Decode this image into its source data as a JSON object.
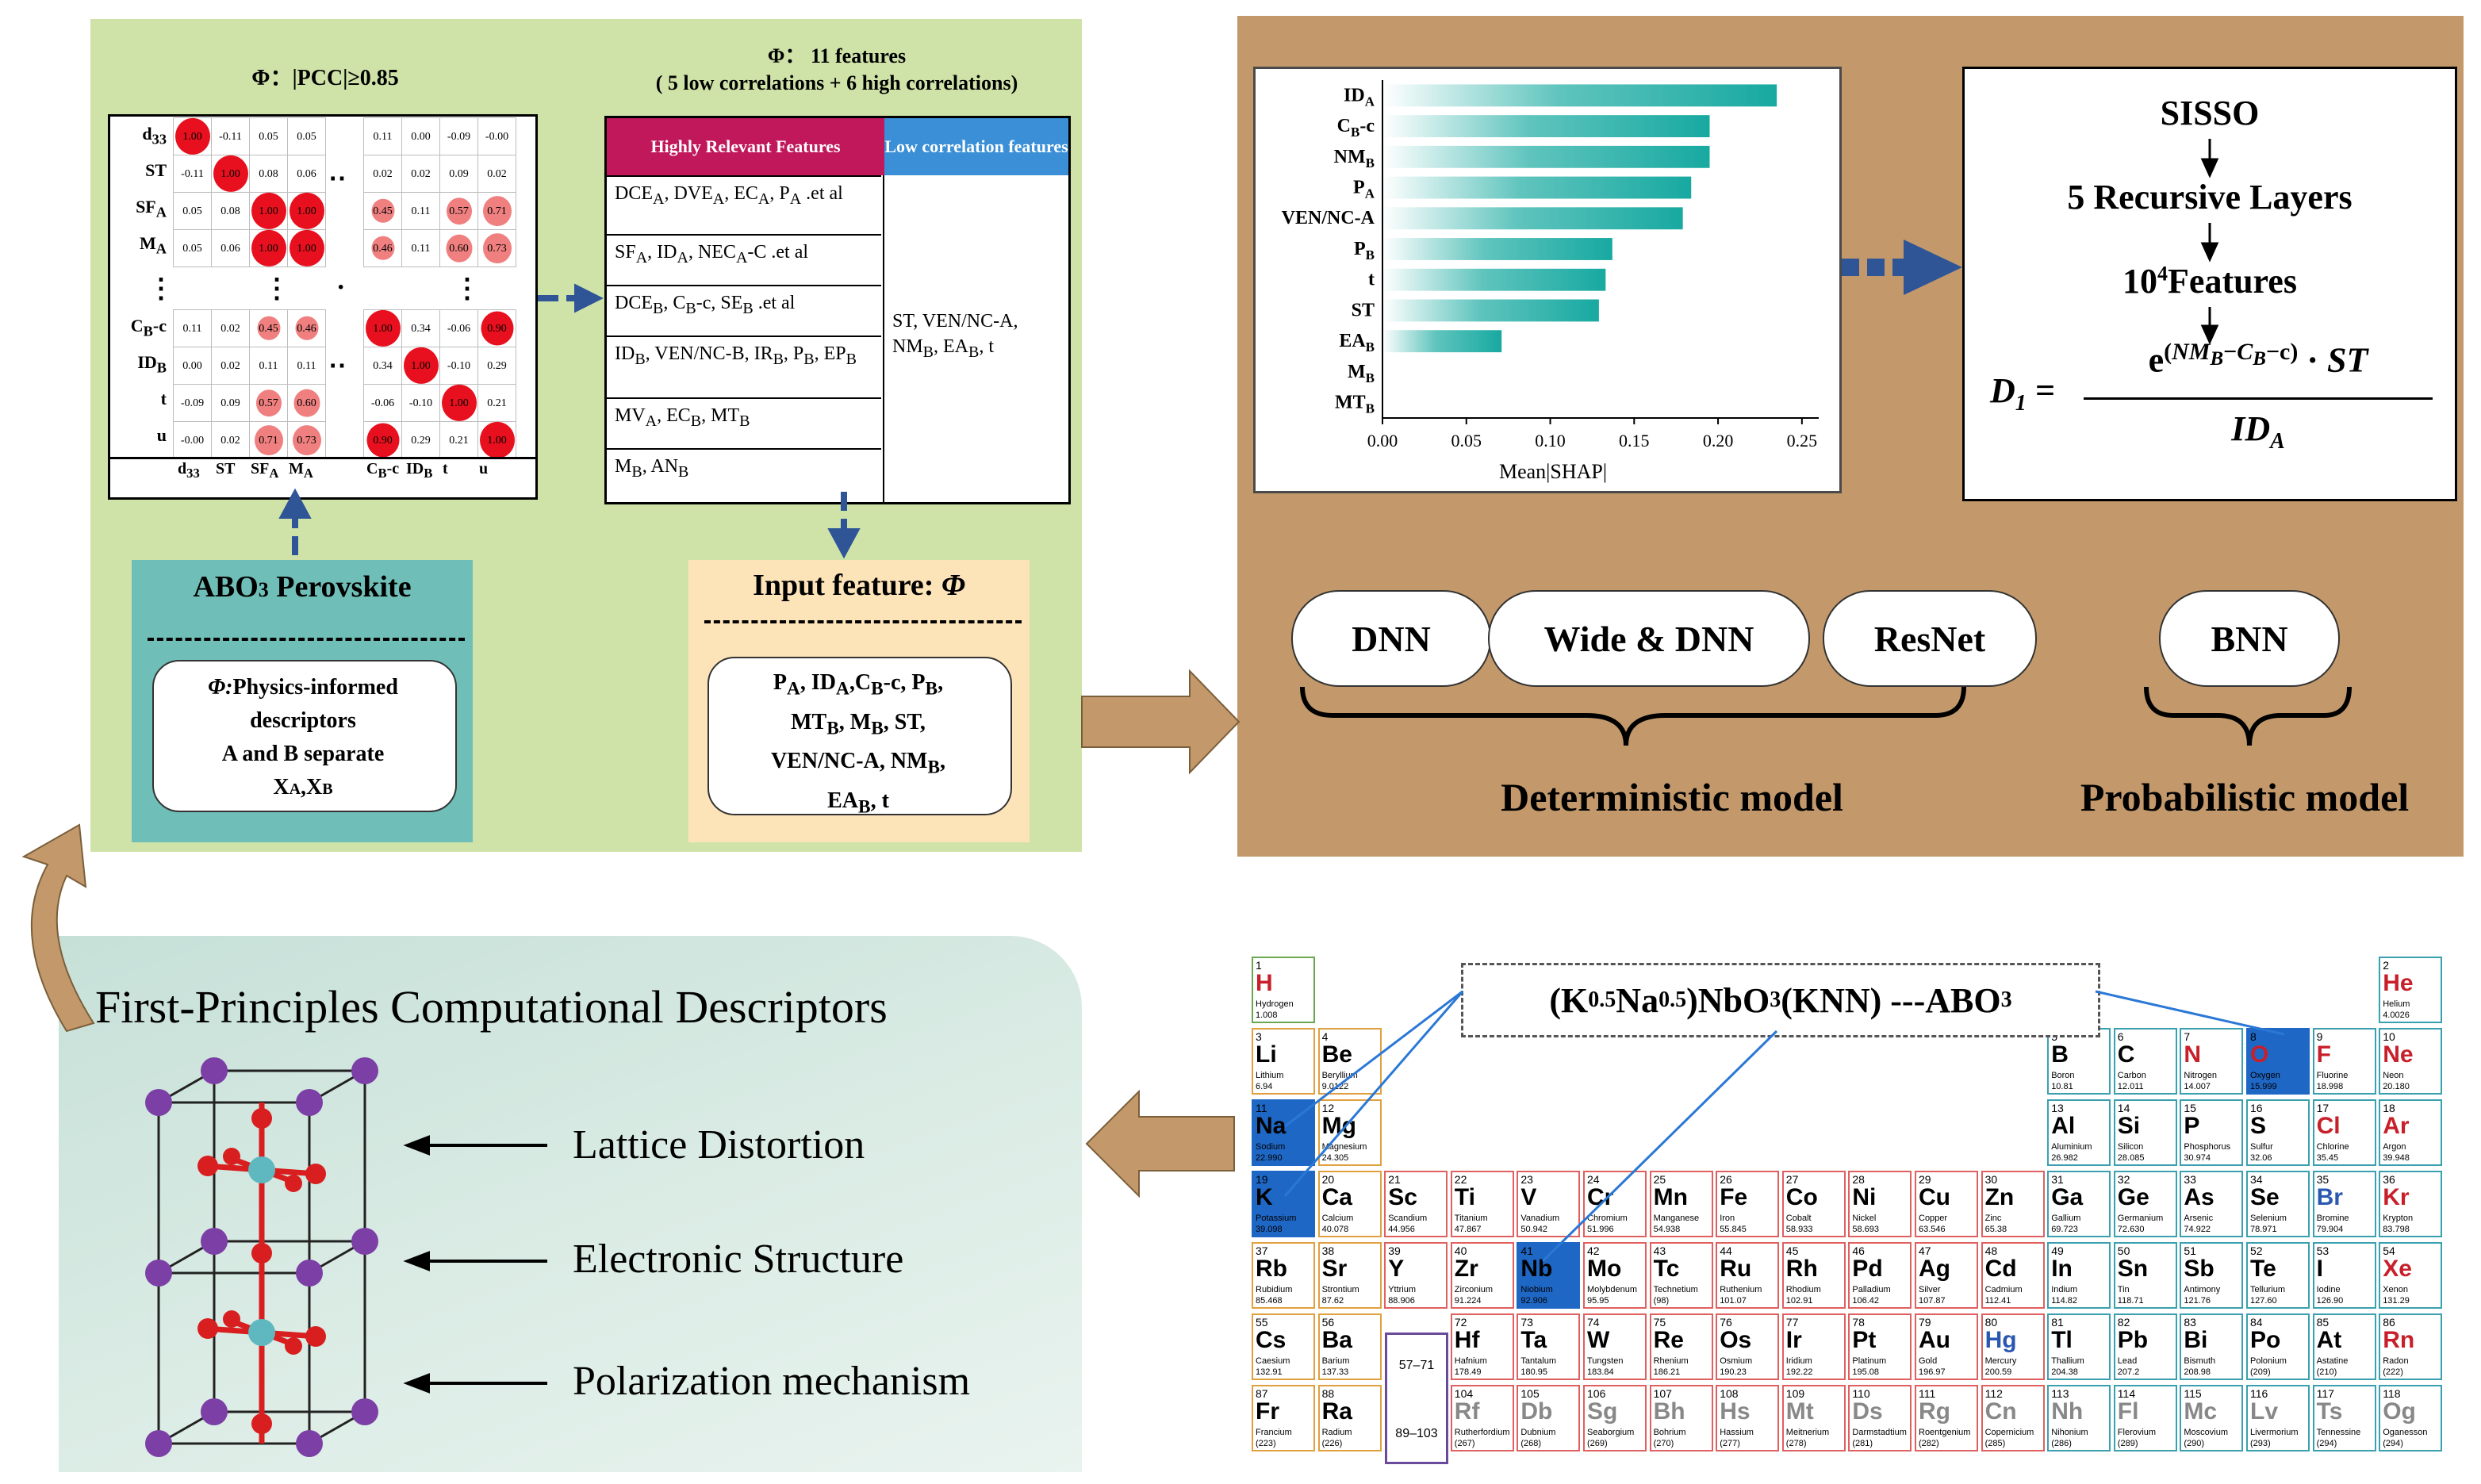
{
  "left_panel": {
    "pcc_title": "Φ：|PCC|≥0.85",
    "corr_rows": [
      "d33",
      "ST",
      "SFA",
      "MA",
      "CB-c",
      "IDB",
      "t",
      "u"
    ],
    "corr_cols": [
      "d33",
      "ST",
      "SFA",
      "MA",
      "CB-c",
      "IDB",
      "t",
      "u"
    ],
    "corr_top_left": [
      [
        "1.00",
        "-0.11",
        "0.05",
        "0.05"
      ],
      [
        "-0.11",
        "1.00",
        "0.08",
        "0.06"
      ],
      [
        "0.05",
        "0.08",
        "1.00",
        "1.00"
      ],
      [
        "0.05",
        "0.06",
        "1.00",
        "1.00"
      ]
    ],
    "corr_top_right": [
      [
        "0.11",
        "0.00",
        "-0.09",
        "-0.00"
      ],
      [
        "0.02",
        "0.02",
        "0.09",
        "0.02"
      ],
      [
        "0.45",
        "0.11",
        "0.57",
        "0.71"
      ],
      [
        "0.46",
        "0.11",
        "0.60",
        "0.73"
      ]
    ],
    "corr_bottom_left": [
      [
        "0.11",
        "0.02",
        "0.45",
        "0.46"
      ],
      [
        "0.00",
        "0.02",
        "0.11",
        "0.11"
      ],
      [
        "-0.09",
        "0.09",
        "0.57",
        "0.60"
      ],
      [
        "-0.00",
        "0.02",
        "0.71",
        "0.73"
      ]
    ],
    "corr_bottom_right": [
      [
        "1.00",
        "0.34",
        "-0.06",
        "0.90"
      ],
      [
        "0.34",
        "1.00",
        "-0.10",
        "0.29"
      ],
      [
        "-0.06",
        "-0.10",
        "1.00",
        "0.21"
      ],
      [
        "0.90",
        "0.29",
        "0.21",
        "1.00"
      ]
    ],
    "features_title": "Φ：  11 features",
    "features_subtitle": "( 5 low correlations + 6 high correlations)",
    "high_header": "Highly Relevant Features",
    "low_header": "Low correlation features",
    "high_rows": [
      "DCEA, DVEA, ECA, PA .et al",
      "SFA, IDA, NECA-C .et al",
      "DCEB, CB-c, SEB .et al",
      "IDB, VEN/NC-B, IRB, PB, EPB",
      "MVA, ECB, MTB",
      "MB, ANB"
    ],
    "low_text": "ST, VEN/NC-A, NMB, EAB, t",
    "abo3_title": "ABO3 Perovskite",
    "abo3_lines": [
      "Φ:Physics-informed",
      "descriptors",
      "A and B separate",
      "XA,XB"
    ],
    "input_title": "Input feature: Φ",
    "input_lines": [
      "PA, IDA,CB-c, PB,",
      "MTB, MB, ST,",
      "VEN/NC-A, NMB,",
      "EAB, t"
    ]
  },
  "shap": {
    "xlabel": "Mean|SHAP|",
    "xticks": [
      "0.00",
      "0.05",
      "0.10",
      "0.15",
      "0.20",
      "0.25"
    ]
  },
  "chart_data": {
    "type": "bar",
    "orientation": "horizontal",
    "categories": [
      "IDA",
      "CB-c",
      "NMB",
      "PA",
      "VEN/NC-A",
      "PB",
      "t",
      "ST",
      "EAB",
      "MB",
      "MTB"
    ],
    "values": [
      0.235,
      0.195,
      0.195,
      0.184,
      0.179,
      0.137,
      0.133,
      0.129,
      0.071,
      0.0,
      0.0
    ],
    "xlabel": "Mean|SHAP|",
    "xlim": [
      0,
      0.26
    ],
    "grid": false
  },
  "sisso": {
    "line1": "SISSO",
    "line2": "5 Recursive Layers",
    "line3": "10⁴Features",
    "formula_lhs": "D₁ =",
    "formula_num": "e(NMB−CB−c) · ST",
    "formula_den": "IDA"
  },
  "models": {
    "dnn": "DNN",
    "wide_dnn": "Wide & DNN",
    "resnet": "ResNet",
    "bnn": "BNN",
    "deterministic": "Deterministic model",
    "probabilistic": "Probabilistic model"
  },
  "first_principles": {
    "title": "First-Principles Computational Descriptors",
    "items": [
      "Lattice Distortion",
      "Electronic Structure",
      "Polarization mechanism"
    ]
  },
  "knn_label": "(K0.5Na0.5)NbO3(KNN) ---ABO3",
  "periodic": {
    "lanthanides": "57–71",
    "actinides": "89–103",
    "elements": [
      {
        "n": "1",
        "s": "H",
        "nm": "Hydrogen",
        "m": "1.008",
        "r": 0,
        "c": 0,
        "col": "#c8202a"
      },
      {
        "n": "2",
        "s": "He",
        "nm": "Helium",
        "m": "4.0026",
        "r": 0,
        "c": 17,
        "col": "#c8202a"
      },
      {
        "n": "3",
        "s": "Li",
        "nm": "Lithium",
        "m": "6.94",
        "r": 1,
        "c": 0,
        "col": "#000"
      },
      {
        "n": "4",
        "s": "Be",
        "nm": "Beryllium",
        "m": "9.0122",
        "r": 1,
        "c": 1,
        "col": "#000"
      },
      {
        "n": "5",
        "s": "B",
        "nm": "Boron",
        "m": "10.81",
        "r": 1,
        "c": 12,
        "col": "#000"
      },
      {
        "n": "6",
        "s": "C",
        "nm": "Carbon",
        "m": "12.011",
        "r": 1,
        "c": 13,
        "col": "#000"
      },
      {
        "n": "7",
        "s": "N",
        "nm": "Nitrogen",
        "m": "14.007",
        "r": 1,
        "c": 14,
        "col": "#c8202a"
      },
      {
        "n": "8",
        "s": "O",
        "nm": "Oxygen",
        "m": "15.999",
        "r": 1,
        "c": 15,
        "col": "#c8202a",
        "sel": true
      },
      {
        "n": "9",
        "s": "F",
        "nm": "Fluorine",
        "m": "18.998",
        "r": 1,
        "c": 16,
        "col": "#c8202a"
      },
      {
        "n": "10",
        "s": "Ne",
        "nm": "Neon",
        "m": "20.180",
        "r": 1,
        "c": 17,
        "col": "#c8202a"
      },
      {
        "n": "11",
        "s": "Na",
        "nm": "Sodium",
        "m": "22.990",
        "r": 2,
        "c": 0,
        "col": "#000",
        "sel": true
      },
      {
        "n": "12",
        "s": "Mg",
        "nm": "Magnesium",
        "m": "24.305",
        "r": 2,
        "c": 1,
        "col": "#000"
      },
      {
        "n": "13",
        "s": "Al",
        "nm": "Aluminium",
        "m": "26.982",
        "r": 2,
        "c": 12,
        "col": "#000"
      },
      {
        "n": "14",
        "s": "Si",
        "nm": "Silicon",
        "m": "28.085",
        "r": 2,
        "c": 13,
        "col": "#000"
      },
      {
        "n": "15",
        "s": "P",
        "nm": "Phosphorus",
        "m": "30.974",
        "r": 2,
        "c": 14,
        "col": "#000"
      },
      {
        "n": "16",
        "s": "S",
        "nm": "Sulfur",
        "m": "32.06",
        "r": 2,
        "c": 15,
        "col": "#000"
      },
      {
        "n": "17",
        "s": "Cl",
        "nm": "Chlorine",
        "m": "35.45",
        "r": 2,
        "c": 16,
        "col": "#c8202a"
      },
      {
        "n": "18",
        "s": "Ar",
        "nm": "Argon",
        "m": "39.948",
        "r": 2,
        "c": 17,
        "col": "#c8202a"
      },
      {
        "n": "19",
        "s": "K",
        "nm": "Potassium",
        "m": "39.098",
        "r": 3,
        "c": 0,
        "col": "#000",
        "sel": true
      },
      {
        "n": "20",
        "s": "Ca",
        "nm": "Calcium",
        "m": "40.078",
        "r": 3,
        "c": 1,
        "col": "#000"
      },
      {
        "n": "21",
        "s": "Sc",
        "nm": "Scandium",
        "m": "44.956",
        "r": 3,
        "c": 2,
        "col": "#000"
      },
      {
        "n": "22",
        "s": "Ti",
        "nm": "Titanium",
        "m": "47.867",
        "r": 3,
        "c": 3,
        "col": "#000"
      },
      {
        "n": "23",
        "s": "V",
        "nm": "Vanadium",
        "m": "50.942",
        "r": 3,
        "c": 4,
        "col": "#000"
      },
      {
        "n": "24",
        "s": "Cr",
        "nm": "Chromium",
        "m": "51.996",
        "r": 3,
        "c": 5,
        "col": "#000"
      },
      {
        "n": "25",
        "s": "Mn",
        "nm": "Manganese",
        "m": "54.938",
        "r": 3,
        "c": 6,
        "col": "#000"
      },
      {
        "n": "26",
        "s": "Fe",
        "nm": "Iron",
        "m": "55.845",
        "r": 3,
        "c": 7,
        "col": "#000"
      },
      {
        "n": "27",
        "s": "Co",
        "nm": "Cobalt",
        "m": "58.933",
        "r": 3,
        "c": 8,
        "col": "#000"
      },
      {
        "n": "28",
        "s": "Ni",
        "nm": "Nickel",
        "m": "58.693",
        "r": 3,
        "c": 9,
        "col": "#000"
      },
      {
        "n": "29",
        "s": "Cu",
        "nm": "Copper",
        "m": "63.546",
        "r": 3,
        "c": 10,
        "col": "#000"
      },
      {
        "n": "30",
        "s": "Zn",
        "nm": "Zinc",
        "m": "65.38",
        "r": 3,
        "c": 11,
        "col": "#000"
      },
      {
        "n": "31",
        "s": "Ga",
        "nm": "Gallium",
        "m": "69.723",
        "r": 3,
        "c": 12,
        "col": "#000"
      },
      {
        "n": "32",
        "s": "Ge",
        "nm": "Germanium",
        "m": "72.630",
        "r": 3,
        "c": 13,
        "col": "#000"
      },
      {
        "n": "33",
        "s": "As",
        "nm": "Arsenic",
        "m": "74.922",
        "r": 3,
        "c": 14,
        "col": "#000"
      },
      {
        "n": "34",
        "s": "Se",
        "nm": "Selenium",
        "m": "78.971",
        "r": 3,
        "c": 15,
        "col": "#000"
      },
      {
        "n": "35",
        "s": "Br",
        "nm": "Bromine",
        "m": "79.904",
        "r": 3,
        "c": 16,
        "col": "#2a58b0"
      },
      {
        "n": "36",
        "s": "Kr",
        "nm": "Krypton",
        "m": "83.798",
        "r": 3,
        "c": 17,
        "col": "#c8202a"
      },
      {
        "n": "37",
        "s": "Rb",
        "nm": "Rubidium",
        "m": "85.468",
        "r": 4,
        "c": 0,
        "col": "#000"
      },
      {
        "n": "38",
        "s": "Sr",
        "nm": "Strontium",
        "m": "87.62",
        "r": 4,
        "c": 1,
        "col": "#000"
      },
      {
        "n": "39",
        "s": "Y",
        "nm": "Yttrium",
        "m": "88.906",
        "r": 4,
        "c": 2,
        "col": "#000"
      },
      {
        "n": "40",
        "s": "Zr",
        "nm": "Zirconium",
        "m": "91.224",
        "r": 4,
        "c": 3,
        "col": "#000"
      },
      {
        "n": "41",
        "s": "Nb",
        "nm": "Niobium",
        "m": "92.906",
        "r": 4,
        "c": 4,
        "col": "#000",
        "sel": true
      },
      {
        "n": "42",
        "s": "Mo",
        "nm": "Molybdenum",
        "m": "95.95",
        "r": 4,
        "c": 5,
        "col": "#000"
      },
      {
        "n": "43",
        "s": "Tc",
        "nm": "Technetium",
        "m": "(98)",
        "r": 4,
        "c": 6,
        "col": "#000"
      },
      {
        "n": "44",
        "s": "Ru",
        "nm": "Ruthenium",
        "m": "101.07",
        "r": 4,
        "c": 7,
        "col": "#000"
      },
      {
        "n": "45",
        "s": "Rh",
        "nm": "Rhodium",
        "m": "102.91",
        "r": 4,
        "c": 8,
        "col": "#000"
      },
      {
        "n": "46",
        "s": "Pd",
        "nm": "Palladium",
        "m": "106.42",
        "r": 4,
        "c": 9,
        "col": "#000"
      },
      {
        "n": "47",
        "s": "Ag",
        "nm": "Silver",
        "m": "107.87",
        "r": 4,
        "c": 10,
        "col": "#000"
      },
      {
        "n": "48",
        "s": "Cd",
        "nm": "Cadmium",
        "m": "112.41",
        "r": 4,
        "c": 11,
        "col": "#000"
      },
      {
        "n": "49",
        "s": "In",
        "nm": "Indium",
        "m": "114.82",
        "r": 4,
        "c": 12,
        "col": "#000"
      },
      {
        "n": "50",
        "s": "Sn",
        "nm": "Tin",
        "m": "118.71",
        "r": 4,
        "c": 13,
        "col": "#000"
      },
      {
        "n": "51",
        "s": "Sb",
        "nm": "Antimony",
        "m": "121.76",
        "r": 4,
        "c": 14,
        "col": "#000"
      },
      {
        "n": "52",
        "s": "Te",
        "nm": "Tellurium",
        "m": "127.60",
        "r": 4,
        "c": 15,
        "col": "#000"
      },
      {
        "n": "53",
        "s": "I",
        "nm": "Iodine",
        "m": "126.90",
        "r": 4,
        "c": 16,
        "col": "#000"
      },
      {
        "n": "54",
        "s": "Xe",
        "nm": "Xenon",
        "m": "131.29",
        "r": 4,
        "c": 17,
        "col": "#c8202a"
      },
      {
        "n": "55",
        "s": "Cs",
        "nm": "Caesium",
        "m": "132.91",
        "r": 5,
        "c": 0,
        "col": "#000"
      },
      {
        "n": "56",
        "s": "Ba",
        "nm": "Barium",
        "m": "137.33",
        "r": 5,
        "c": 1,
        "col": "#000"
      },
      {
        "n": "72",
        "s": "Hf",
        "nm": "Hafnium",
        "m": "178.49",
        "r": 5,
        "c": 3,
        "col": "#000"
      },
      {
        "n": "73",
        "s": "Ta",
        "nm": "Tantalum",
        "m": "180.95",
        "r": 5,
        "c": 4,
        "col": "#000"
      },
      {
        "n": "74",
        "s": "W",
        "nm": "Tungsten",
        "m": "183.84",
        "r": 5,
        "c": 5,
        "col": "#000"
      },
      {
        "n": "75",
        "s": "Re",
        "nm": "Rhenium",
        "m": "186.21",
        "r": 5,
        "c": 6,
        "col": "#000"
      },
      {
        "n": "76",
        "s": "Os",
        "nm": "Osmium",
        "m": "190.23",
        "r": 5,
        "c": 7,
        "col": "#000"
      },
      {
        "n": "77",
        "s": "Ir",
        "nm": "Iridium",
        "m": "192.22",
        "r": 5,
        "c": 8,
        "col": "#000"
      },
      {
        "n": "78",
        "s": "Pt",
        "nm": "Platinum",
        "m": "195.08",
        "r": 5,
        "c": 9,
        "col": "#000"
      },
      {
        "n": "79",
        "s": "Au",
        "nm": "Gold",
        "m": "196.97",
        "r": 5,
        "c": 10,
        "col": "#000"
      },
      {
        "n": "80",
        "s": "Hg",
        "nm": "Mercury",
        "m": "200.59",
        "r": 5,
        "c": 11,
        "col": "#2a58b0"
      },
      {
        "n": "81",
        "s": "Tl",
        "nm": "Thallium",
        "m": "204.38",
        "r": 5,
        "c": 12,
        "col": "#000"
      },
      {
        "n": "82",
        "s": "Pb",
        "nm": "Lead",
        "m": "207.2",
        "r": 5,
        "c": 13,
        "col": "#000"
      },
      {
        "n": "83",
        "s": "Bi",
        "nm": "Bismuth",
        "m": "208.98",
        "r": 5,
        "c": 14,
        "col": "#000"
      },
      {
        "n": "84",
        "s": "Po",
        "nm": "Polonium",
        "m": "(209)",
        "r": 5,
        "c": 15,
        "col": "#000"
      },
      {
        "n": "85",
        "s": "At",
        "nm": "Astatine",
        "m": "(210)",
        "r": 5,
        "c": 16,
        "col": "#000"
      },
      {
        "n": "86",
        "s": "Rn",
        "nm": "Radon",
        "m": "(222)",
        "r": 5,
        "c": 17,
        "col": "#c8202a"
      },
      {
        "n": "87",
        "s": "Fr",
        "nm": "Francium",
        "m": "(223)",
        "r": 6,
        "c": 0,
        "col": "#000"
      },
      {
        "n": "88",
        "s": "Ra",
        "nm": "Radium",
        "m": "(226)",
        "r": 6,
        "c": 1,
        "col": "#000"
      },
      {
        "n": "104",
        "s": "Rf",
        "nm": "Rutherfordium",
        "m": "(267)",
        "r": 6,
        "c": 3,
        "col": "#888"
      },
      {
        "n": "105",
        "s": "Db",
        "nm": "Dubnium",
        "m": "(268)",
        "r": 6,
        "c": 4,
        "col": "#888"
      },
      {
        "n": "106",
        "s": "Sg",
        "nm": "Seaborgium",
        "m": "(269)",
        "r": 6,
        "c": 5,
        "col": "#888"
      },
      {
        "n": "107",
        "s": "Bh",
        "nm": "Bohrium",
        "m": "(270)",
        "r": 6,
        "c": 6,
        "col": "#888"
      },
      {
        "n": "108",
        "s": "Hs",
        "nm": "Hassium",
        "m": "(277)",
        "r": 6,
        "c": 7,
        "col": "#888"
      },
      {
        "n": "109",
        "s": "Mt",
        "nm": "Meitnerium",
        "m": "(278)",
        "r": 6,
        "c": 8,
        "col": "#888"
      },
      {
        "n": "110",
        "s": "Ds",
        "nm": "Darmstadtium",
        "m": "(281)",
        "r": 6,
        "c": 9,
        "col": "#888"
      },
      {
        "n": "111",
        "s": "Rg",
        "nm": "Roentgenium",
        "m": "(282)",
        "r": 6,
        "c": 10,
        "col": "#888"
      },
      {
        "n": "112",
        "s": "Cn",
        "nm": "Copernicium",
        "m": "(285)",
        "r": 6,
        "c": 11,
        "col": "#888"
      },
      {
        "n": "113",
        "s": "Nh",
        "nm": "Nihonium",
        "m": "(286)",
        "r": 6,
        "c": 12,
        "col": "#888"
      },
      {
        "n": "114",
        "s": "Fl",
        "nm": "Flerovium",
        "m": "(289)",
        "r": 6,
        "c": 13,
        "col": "#888"
      },
      {
        "n": "115",
        "s": "Mc",
        "nm": "Moscovium",
        "m": "(290)",
        "r": 6,
        "c": 14,
        "col": "#888"
      },
      {
        "n": "116",
        "s": "Lv",
        "nm": "Livermorium",
        "m": "(293)",
        "r": 6,
        "c": 15,
        "col": "#888"
      },
      {
        "n": "117",
        "s": "Ts",
        "nm": "Tennessine",
        "m": "(294)",
        "r": 6,
        "c": 16,
        "col": "#888"
      },
      {
        "n": "118",
        "s": "Og",
        "nm": "Oganesson",
        "m": "(294)",
        "r": 6,
        "c": 17,
        "col": "#888"
      }
    ]
  },
  "colors": {
    "green_panel": "#cfe3a8",
    "brown_panel": "#c3996b",
    "shap_bar": "#17a9a1",
    "arrow_blue": "#2f5597",
    "arrow_tan": "#c3996b",
    "atom_purple": "#7b3fa6",
    "atom_red": "#d81e1e",
    "atom_teal": "#5fb8bf"
  }
}
